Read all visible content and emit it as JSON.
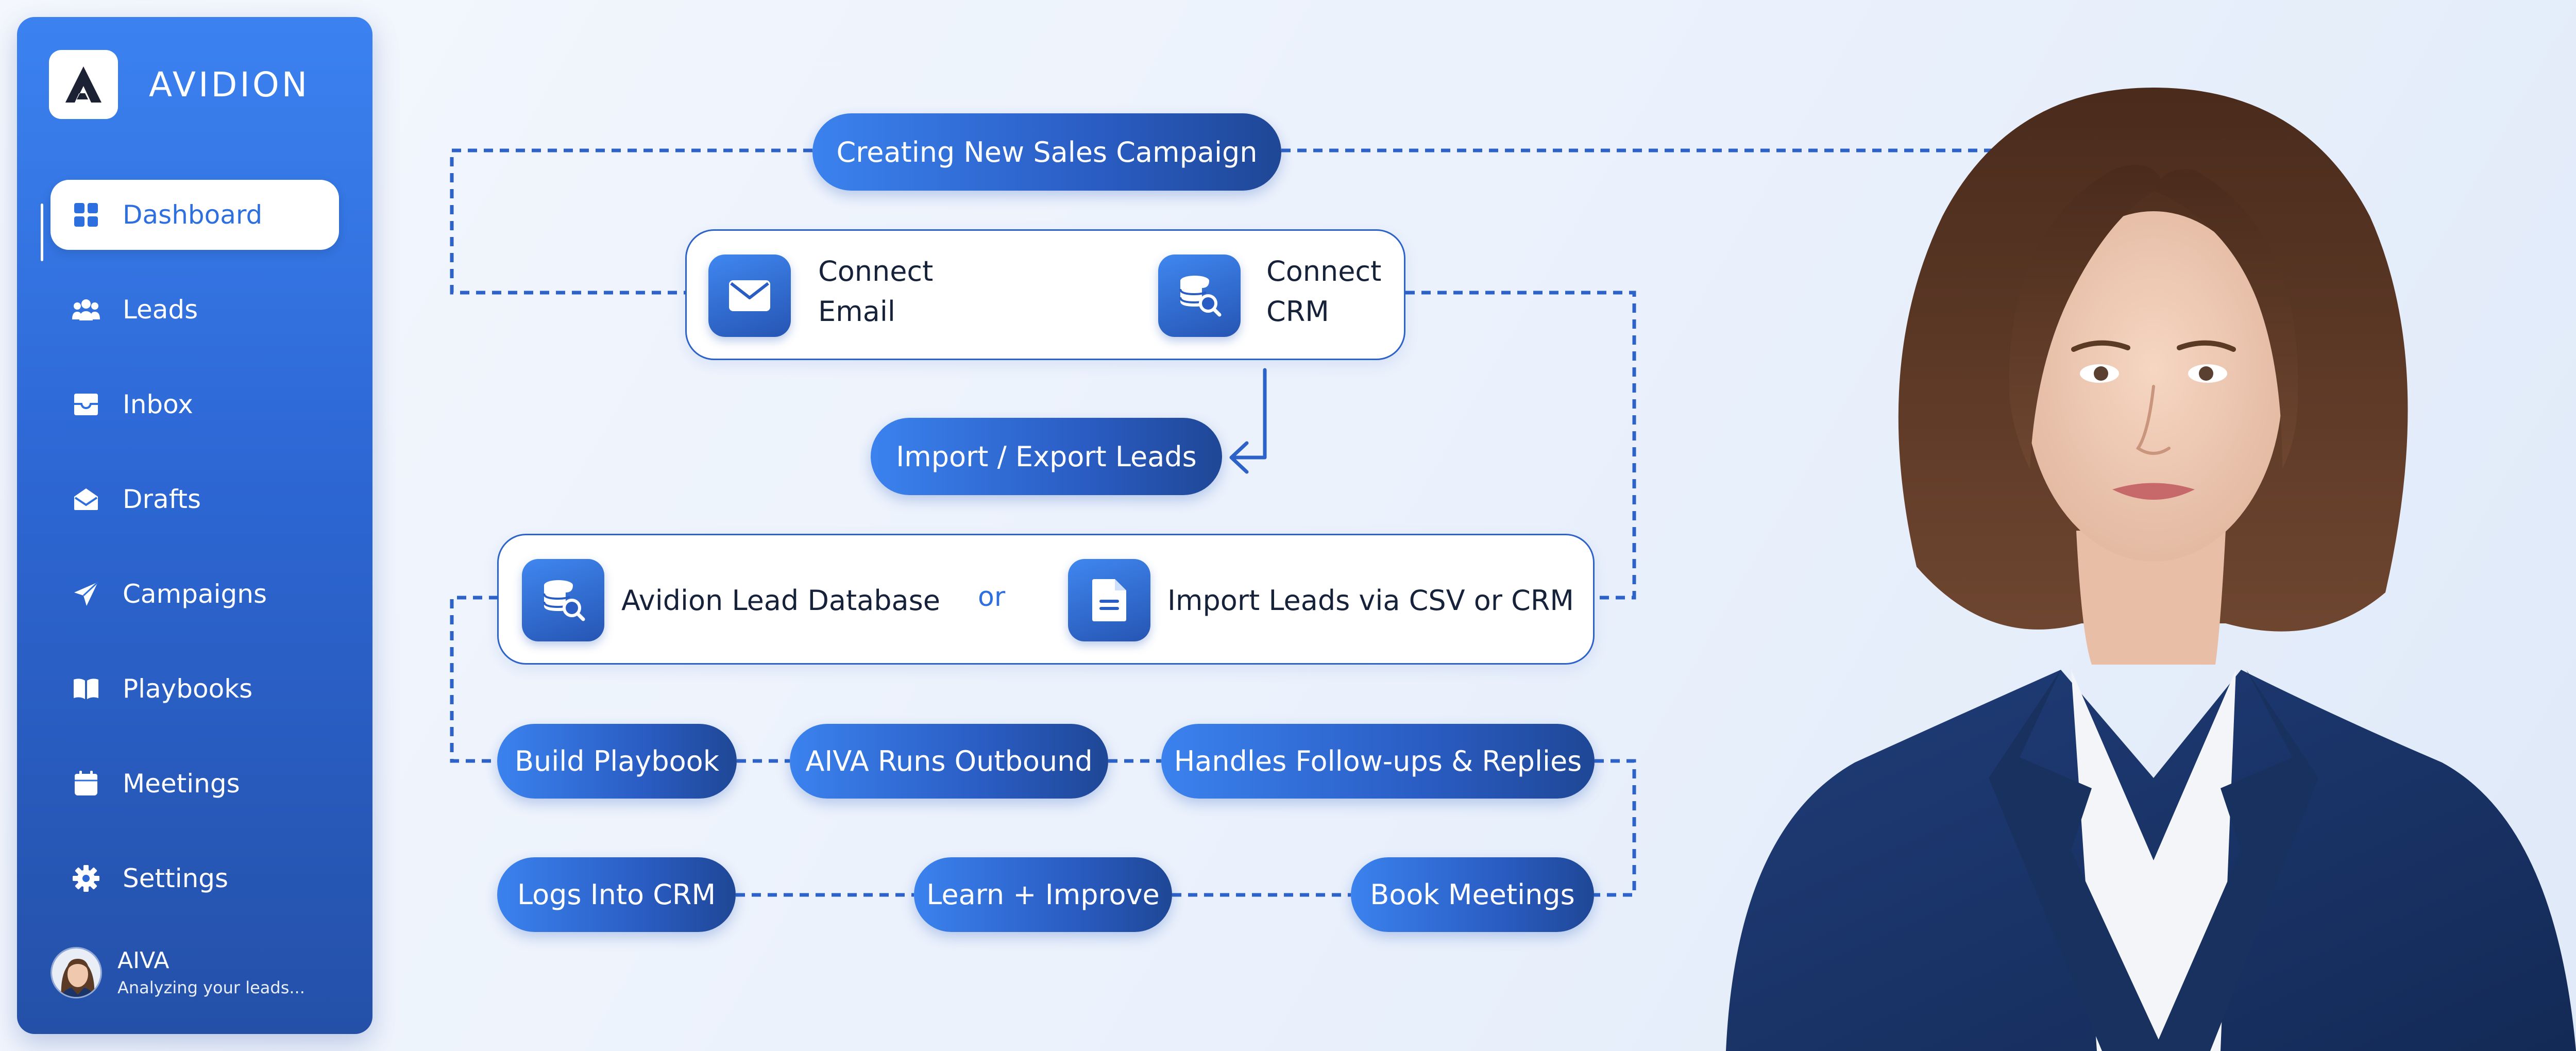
{
  "brand": {
    "name": "AVIDION"
  },
  "sidebar": {
    "items": [
      {
        "label": "Dashboard",
        "icon": "dashboard-grid-icon",
        "active": true
      },
      {
        "label": "Leads",
        "icon": "users-icon"
      },
      {
        "label": "Inbox",
        "icon": "inbox-icon"
      },
      {
        "label": "Drafts",
        "icon": "envelope-open-icon"
      },
      {
        "label": "Campaigns",
        "icon": "paper-plane-icon"
      },
      {
        "label": "Playbooks",
        "icon": "book-open-icon"
      },
      {
        "label": "Meetings",
        "icon": "calendar-icon"
      },
      {
        "label": "Settings",
        "icon": "gear-icon"
      }
    ],
    "user": {
      "name": "AIVA",
      "status": "Analyzing your leads..."
    }
  },
  "flow": {
    "start": "Creating New Sales Campaign",
    "connect_email": "Connect Email",
    "connect_crm": "Connect CRM",
    "import_export": "Import / Export Leads",
    "lead_database": "Avidion Lead Database",
    "or": "or",
    "import_csv": "Import Leads via CSV or CRM",
    "build_playbook": "Build Playbook",
    "aiva_outbound": "AIVA Runs Outbound",
    "followups": "Handles Follow-ups & Replies",
    "logs_crm": "Logs Into CRM",
    "learn_improve": "Learn + Improve",
    "book_meetings": "Book Meetings"
  },
  "colors": {
    "accent": "#2e6fe0",
    "sidebar_top": "#3b82f0",
    "sidebar_bottom": "#2450a8",
    "connector": "#2d62c8",
    "suit": "#1b3467"
  }
}
